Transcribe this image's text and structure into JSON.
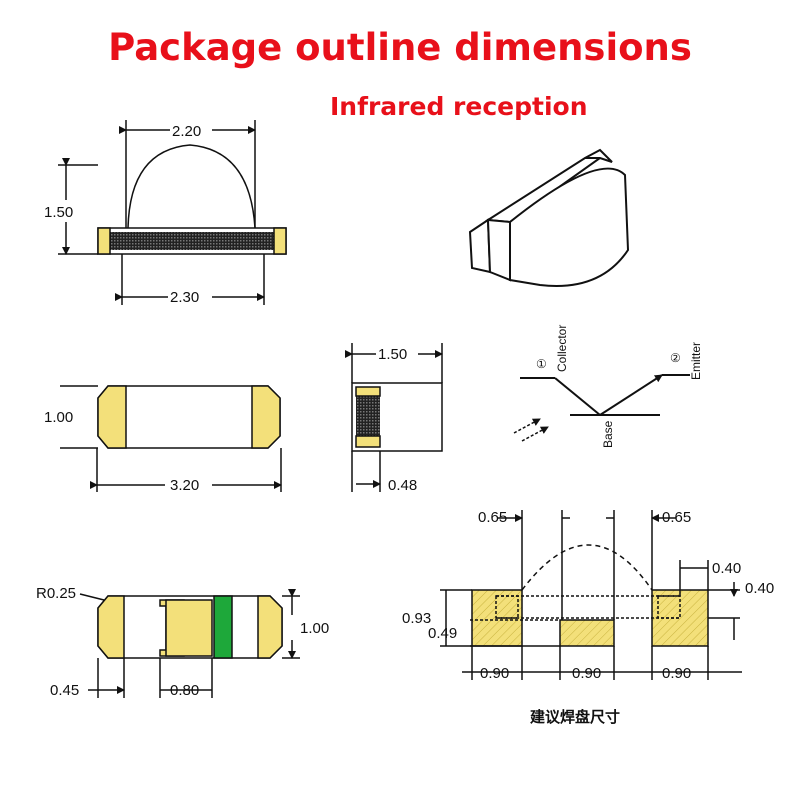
{
  "title": "Package outline dimensions",
  "subtitle": "Infrared reception",
  "colors": {
    "title": "#e8101a",
    "pad": "#f3e07a",
    "lens_window": "#1ea83a",
    "line": "#111111"
  },
  "side_view": {
    "width_top": "2.20",
    "height": "1.50",
    "width_bottom": "2.30"
  },
  "top_view": {
    "height": "1.00",
    "length": "3.20"
  },
  "end_view": {
    "width": "1.50",
    "pad": "0.48"
  },
  "schematic": {
    "pin1_mark": "①",
    "pin1_label": "Collector",
    "pin2_mark": "②",
    "pin2_label": "Emitter",
    "base_label": "Base"
  },
  "bottom_view": {
    "radius": "R0.25",
    "pad_width": "0.45",
    "center_width": "0.80",
    "height": "1.00"
  },
  "footprint": {
    "opening_left": "0.65",
    "opening_right": "0.65",
    "pad_w_top": "0.40",
    "pad_w_right": "0.40",
    "total_height": "0.93",
    "slot_height": "0.49",
    "pad1": "0.90",
    "pad2": "0.90",
    "pad3": "0.90",
    "caption": "建议焊盘尺寸"
  }
}
